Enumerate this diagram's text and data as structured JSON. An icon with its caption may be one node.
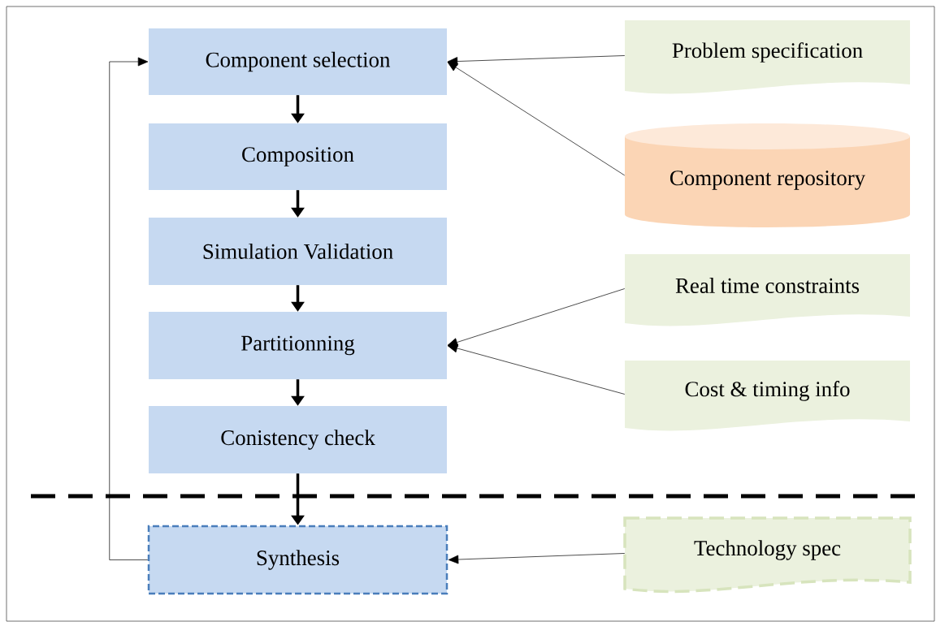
{
  "diagram": {
    "nodes": [
      {
        "text": [
          "Component selection"
        ]
      },
      {
        "text": [
          "Composition"
        ]
      },
      {
        "text": [
          "Simulation Validation"
        ]
      },
      {
        "text": [
          "Partitionning"
        ]
      },
      {
        "text": [
          "Conistency check"
        ]
      },
      {
        "text": [
          "Synthesis"
        ]
      },
      {
        "text": [
          "Problem specification"
        ]
      },
      {
        "text": [
          "Component repository"
        ]
      },
      {
        "text": [
          "Real time constraints"
        ]
      },
      {
        "text": [
          "Cost & timing info"
        ]
      },
      {
        "text": [
          "Technology spec"
        ]
      }
    ],
    "edges": [
      {
        "from": 0,
        "to": 1,
        "arrow": "to",
        "style": "thick"
      },
      {
        "from": 1,
        "to": 2,
        "arrow": "to",
        "style": "thick"
      },
      {
        "from": 2,
        "to": 3,
        "arrow": "to",
        "style": "thick"
      },
      {
        "from": 3,
        "to": 4,
        "arrow": "to",
        "style": "thick"
      },
      {
        "from": 4,
        "to": 5,
        "arrow": "to",
        "style": "thick"
      },
      {
        "from": 6,
        "to": 0,
        "arrow": "to"
      },
      {
        "from": 7,
        "to": 0,
        "arrow": "to"
      },
      {
        "from": 8,
        "to": 3,
        "arrow": "to"
      },
      {
        "from": 9,
        "to": 3,
        "arrow": "to"
      },
      {
        "from": 10,
        "to": 5,
        "arrow": "to"
      },
      {
        "from": 5,
        "to": 0,
        "arrow": "to"
      }
    ]
  }
}
